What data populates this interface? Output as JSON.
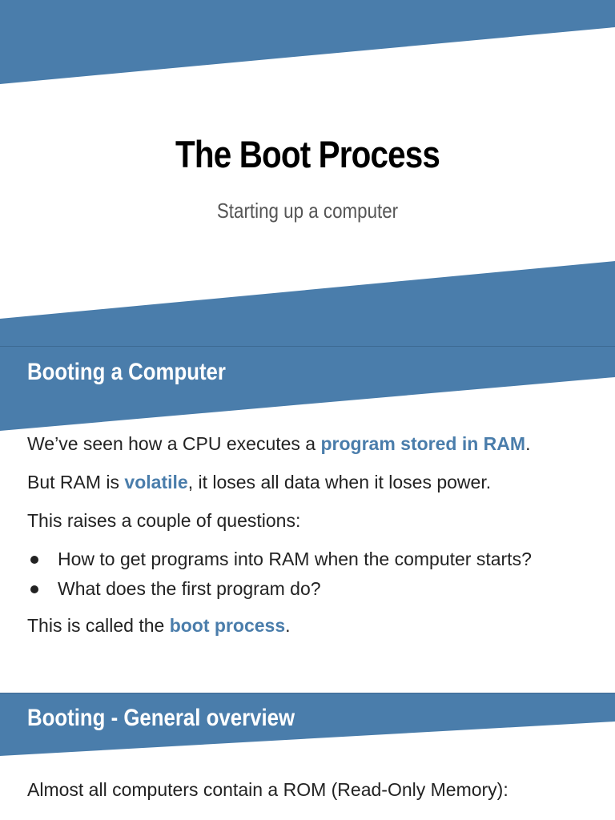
{
  "theme": {
    "accent": "#4a7dab",
    "text": "#222222"
  },
  "slide1": {
    "title": "The Boot Process",
    "subtitle": "Starting up a computer"
  },
  "slide2": {
    "heading": "Booting a Computer",
    "line1": {
      "before": "We’ve seen how a CPU executes a ",
      "highlight": "program stored in RAM",
      "after": "."
    },
    "line2": {
      "before": "But RAM is ",
      "highlight": "volatile",
      "after": ", it loses all data when it loses power."
    },
    "line3": "This raises a couple of questions:",
    "bullets": [
      "How to get programs into RAM when the computer starts?",
      "What does the first program do?"
    ],
    "line4": {
      "before": "This is called the ",
      "highlight": "boot process",
      "after": "."
    }
  },
  "slide3": {
    "heading": "Booting - General overview",
    "line1": "Almost all computers contain a ROM (Read-Only Memory):"
  }
}
